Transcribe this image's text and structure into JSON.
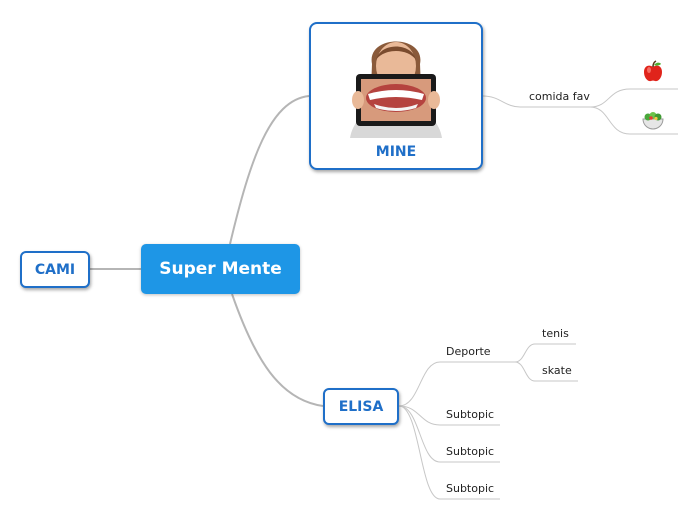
{
  "root": {
    "label": "Super Mente"
  },
  "branches": {
    "mine": {
      "label": "MINE",
      "image": "smiling-woman-tablet-image"
    },
    "cami": {
      "label": "CAMI"
    },
    "elisa": {
      "label": "ELISA"
    }
  },
  "mine_children": {
    "comida_fav": {
      "label": "comida fav",
      "items": [
        "apple-icon",
        "salad-icon"
      ]
    }
  },
  "elisa_children": {
    "deporte": {
      "label": "Deporte",
      "items": [
        "tenis",
        "skate"
      ]
    },
    "subtopics": [
      "Subtopic",
      "Subtopic",
      "Subtopic"
    ]
  },
  "colors": {
    "root_fill": "#1e96e6",
    "node_border": "#1f6fc8",
    "connector": "#b8b8b8"
  }
}
